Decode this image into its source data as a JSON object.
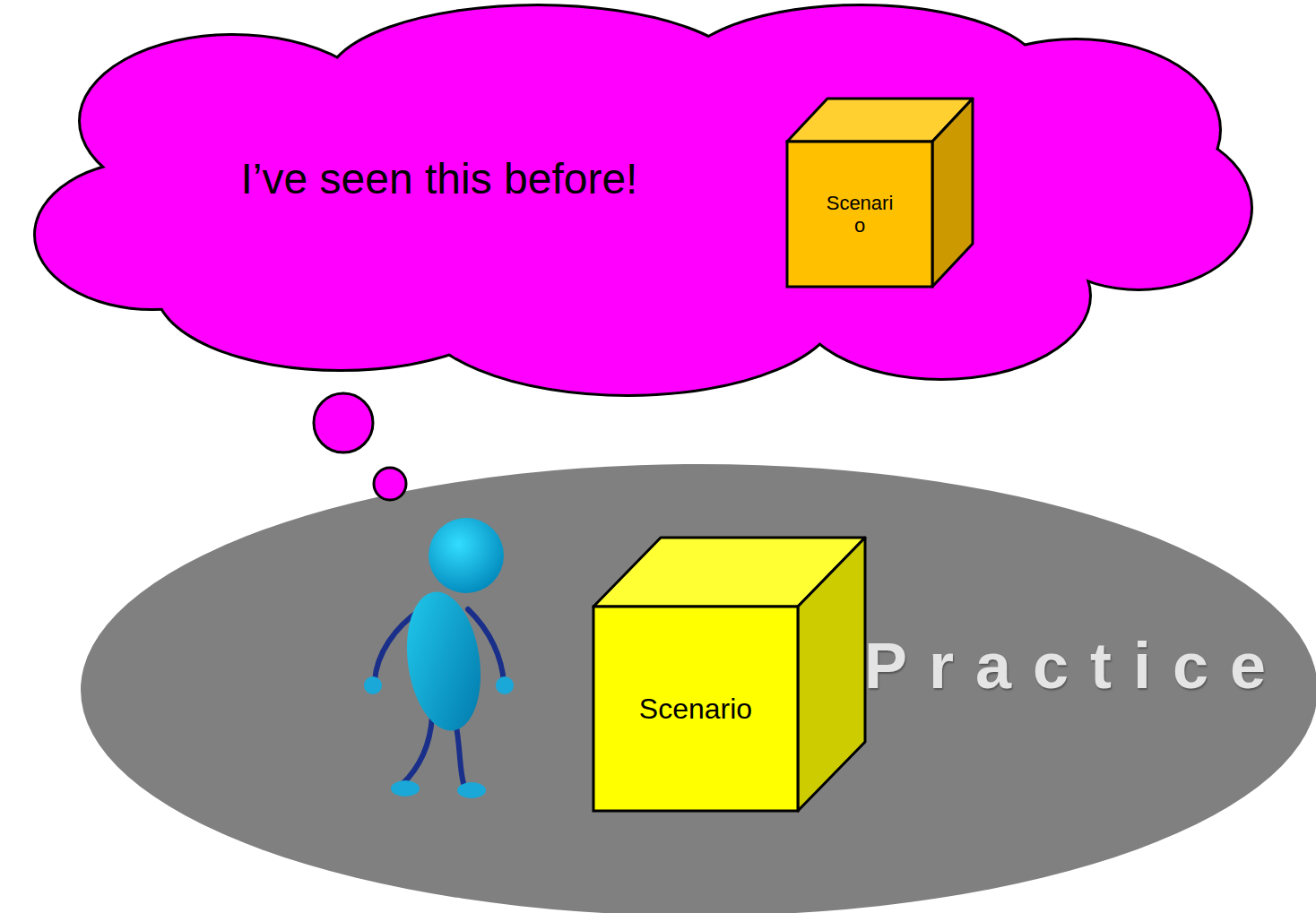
{
  "diagram": {
    "nodes": [
      {
        "text": [
          "I’ve seen this before!"
        ]
      },
      {
        "text": [
          "Scenari o"
        ],
        "in": 0
      },
      {
        "text": [
          "Practice"
        ]
      },
      {
        "text": [
          "Scenario"
        ],
        "in": 2
      }
    ]
  }
}
